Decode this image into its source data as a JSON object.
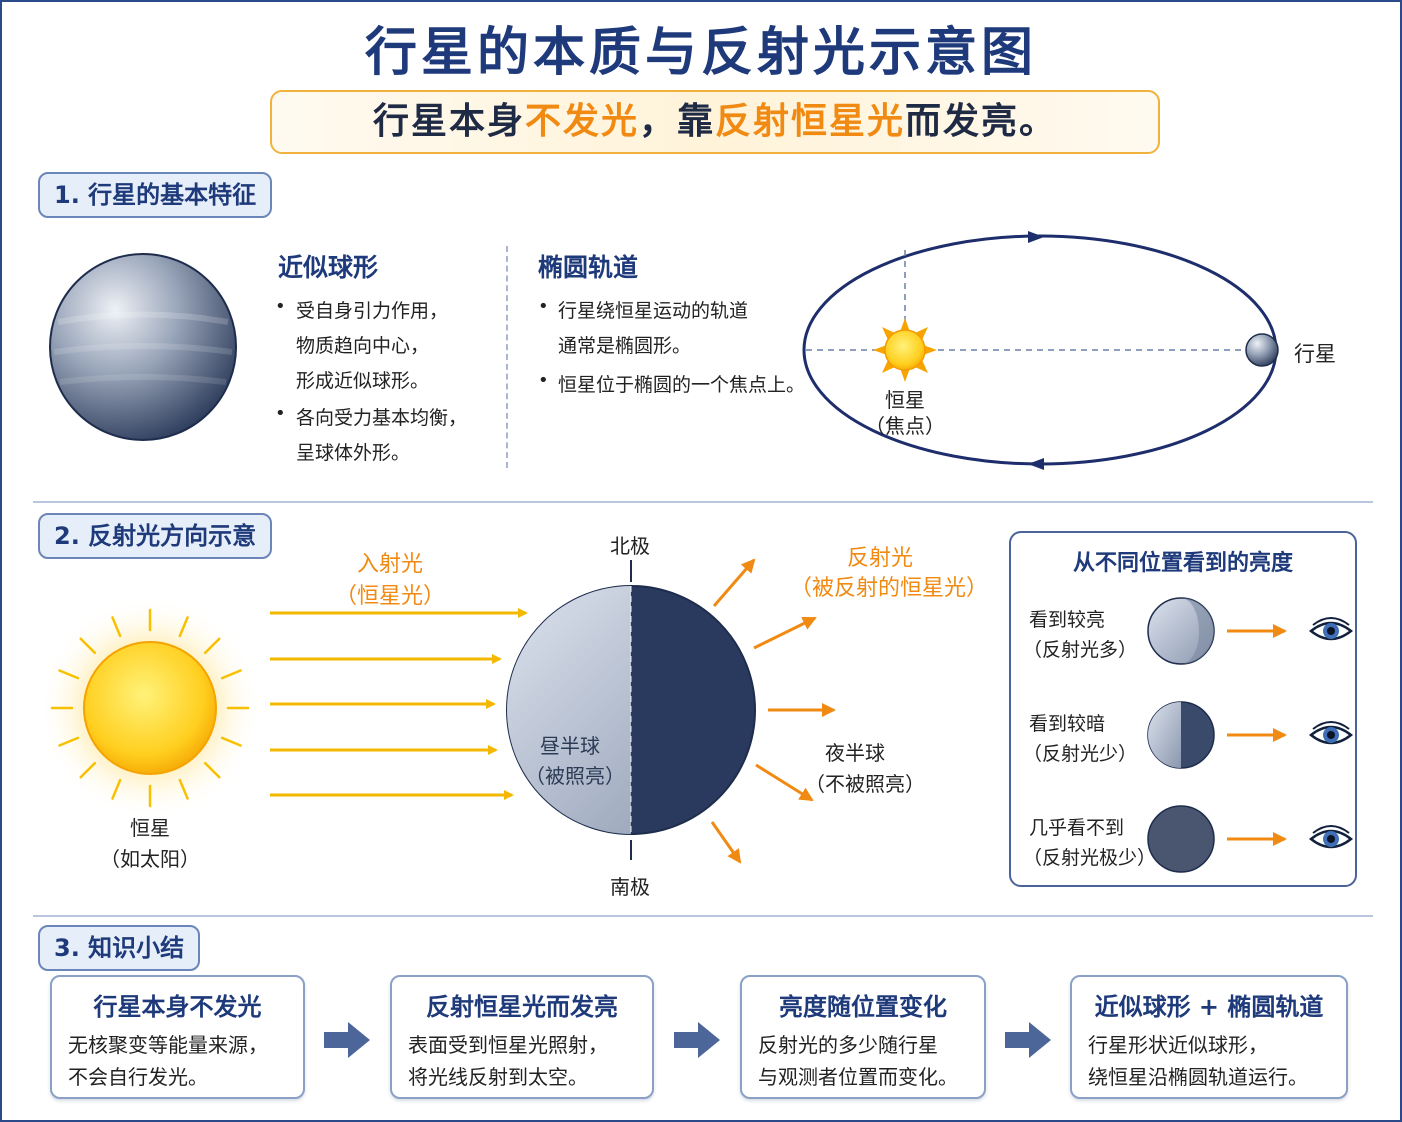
{
  "title": "行星的本质与反射光示意图",
  "subtitle": {
    "part1": "行星本身",
    "hl1": "不发光",
    "part2": "，靠",
    "hl2": "反射恒星光",
    "part3": "而发亮。"
  },
  "section1": {
    "label": "1. 行星的基本特征",
    "shape": {
      "heading": "近似球形",
      "bullet1": [
        "受自身引力作用，",
        "物质趋向中心，",
        "形成近似球形。"
      ],
      "bullet2": [
        "各向受力基本均衡，",
        "呈球体外形。"
      ]
    },
    "orbit": {
      "heading": "椭圆轨道",
      "bullet1": [
        "行星绕恒星运动的轨道",
        "通常是椭圆形。"
      ],
      "bullet2": [
        "恒星位于椭圆的一个焦点上。"
      ],
      "star_label": "恒星",
      "focus_label": "（焦点）",
      "planet_label": "行星"
    }
  },
  "section2": {
    "label": "2. 反射光方向示意",
    "incident": "入射光",
    "incident_sub": "（恒星光）",
    "reflected": "反射光",
    "reflected_sub": "（被反射的恒星光）",
    "north": "北极",
    "south": "南极",
    "day": "昼半球",
    "day_sub": "（被照亮）",
    "night": "夜半球",
    "night_sub": "（不被照亮）",
    "star": "恒星",
    "star_sub": "（如太阳）",
    "panel": {
      "title": "从不同位置看到的亮度",
      "items": [
        {
          "line1": "看到较亮",
          "line2": "（反射光多）"
        },
        {
          "line1": "看到较暗",
          "line2": "（反射光少）"
        },
        {
          "line1": "几乎看不到",
          "line2": "（反射光极少）"
        }
      ]
    }
  },
  "section3": {
    "label": "3. 知识小结",
    "boxes": [
      {
        "title": "行星本身不发光",
        "line1": "无核聚变等能量来源，",
        "line2": "不会自行发光。"
      },
      {
        "title": "反射恒星光而发亮",
        "line1": "表面受到恒星光照射，",
        "line2": "将光线反射到太空。"
      },
      {
        "title": "亮度随位置变化",
        "line1": "反射光的多少随行星",
        "line2": "与观测者位置而变化。"
      },
      {
        "title": "近似球形 + 椭圆轨道",
        "line1": "行星形状近似球形，",
        "line2": "绕恒星沿椭圆轨道运行。"
      }
    ]
  },
  "colors": {
    "navy": "#1e3a7b",
    "accent_orange": "#f08a12",
    "light_yellow": "#f5c518"
  }
}
